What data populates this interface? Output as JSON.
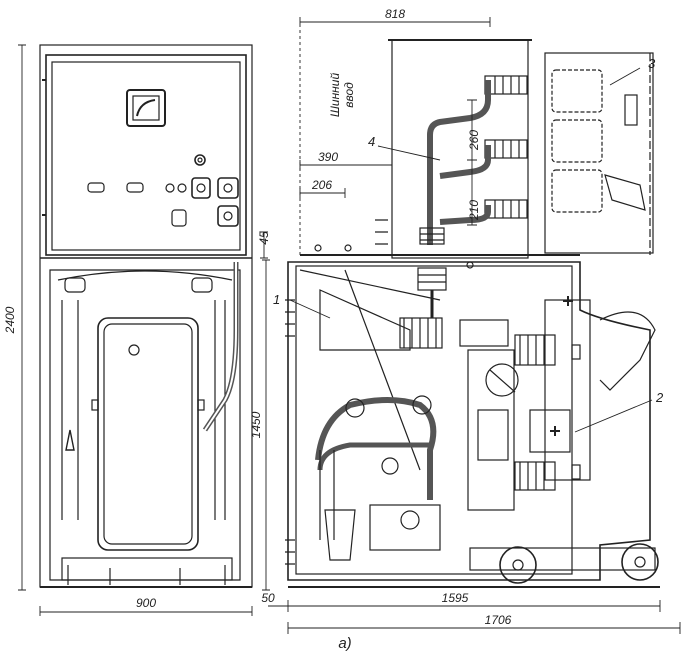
{
  "caption": "a)",
  "callouts": [
    "1",
    "2",
    "3",
    "4"
  ],
  "dimensions": {
    "total_height": "2400",
    "lower_height": "1450",
    "front_width": "900",
    "depth_total": "1706",
    "depth_inner": "1595",
    "offset_50": "50",
    "top_width": "818",
    "gap_45": "45",
    "d_390": "390",
    "d_206": "206",
    "d_260": "260",
    "d_210": "210"
  },
  "labels": {
    "bus_entry_line1": "Шинний",
    "bus_entry_line2": "ввод"
  },
  "colors": {
    "line": "#222222",
    "fill": "#ffffff",
    "dark": "#555555"
  }
}
